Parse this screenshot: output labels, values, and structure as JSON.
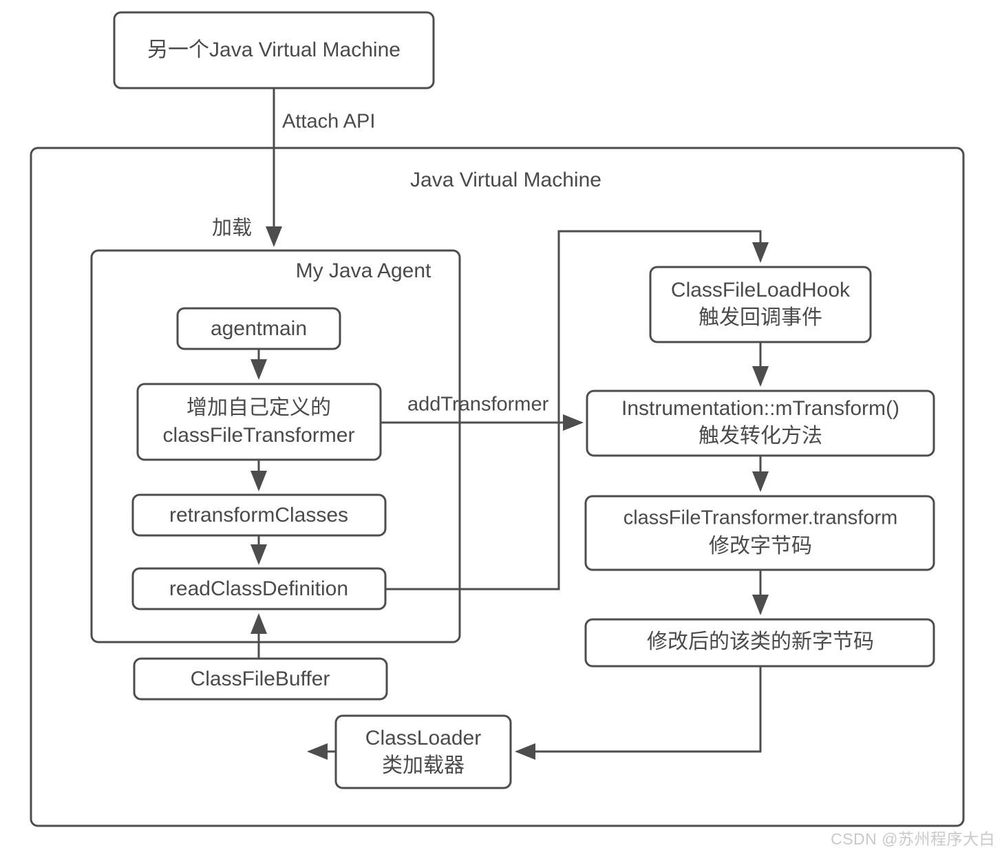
{
  "diagram": {
    "title": "Java Agent / Instrumentation flow",
    "colors": {
      "stroke": "#4d4d4d",
      "text": "#4a4a4a",
      "background": "#ffffff",
      "watermark": "#c9c9c9"
    },
    "containers": {
      "other_jvm": {
        "label": "另一个Java Virtual Machine"
      },
      "jvm": {
        "label": "Java Virtual Machine"
      },
      "agent": {
        "label": "My Java Agent"
      }
    },
    "nodes": {
      "agentmain": {
        "label": "agentmain"
      },
      "add_transformer_box": {
        "line1": "增加自己定义的",
        "line2": "classFileTransformer"
      },
      "retransform_classes": {
        "label": "retransformClasses"
      },
      "read_class_definition": {
        "label": "readClassDefinition"
      },
      "class_file_buffer": {
        "label": "ClassFileBuffer"
      },
      "class_file_load_hook": {
        "line1": "ClassFileLoadHook",
        "line2": "触发回调事件"
      },
      "instrumentation_transform": {
        "line1": "Instrumentation::mTransform()",
        "line2": "触发转化方法"
      },
      "class_file_transformer_transform": {
        "line1": "classFileTransformer.transform",
        "line2": "修改字节码"
      },
      "new_bytecode": {
        "label": "修改后的该类的新字节码"
      },
      "class_loader": {
        "line1": "ClassLoader",
        "line2": "类加载器"
      }
    },
    "edge_labels": {
      "attach_api": "Attach API",
      "load": "加载",
      "add_transformer": "addTransformer"
    },
    "watermark": "CSDN @苏州程序大白"
  }
}
